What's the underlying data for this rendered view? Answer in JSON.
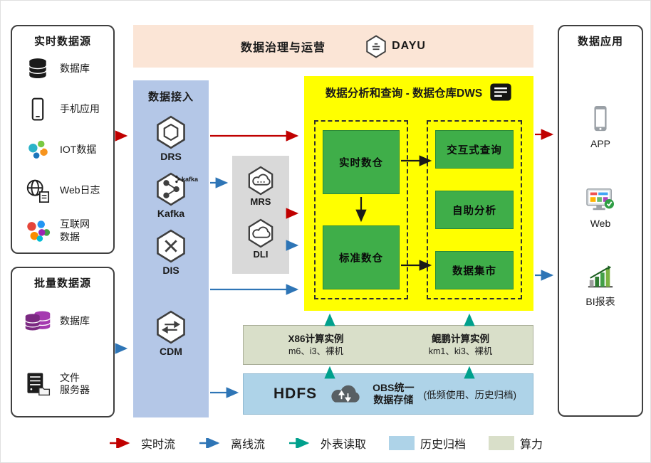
{
  "banner": {
    "title": "数据治理与运营",
    "logo_text": "DAYU"
  },
  "realtime_sources": {
    "title": "实时数据源",
    "items": [
      "数据库",
      "手机应用",
      "IOT数据",
      "Web日志",
      "互联网\n数据"
    ]
  },
  "batch_sources": {
    "title": "批量数据源",
    "items": [
      "数据库",
      "文件\n服务器"
    ]
  },
  "ingestion": {
    "title": "数据接入",
    "items": [
      "DRS",
      "Kafka",
      "DIS",
      "CDM"
    ],
    "kafka_badge": "kafka"
  },
  "engines": {
    "items": [
      "MRS",
      "DLI"
    ]
  },
  "dws": {
    "title": "数据分析和查询 - 数据仓库DWS",
    "left_boxes": [
      "实时数仓",
      "标准数仓"
    ],
    "right_boxes": [
      "交互式查询",
      "自助分析",
      "数据集市"
    ]
  },
  "compute_instances": {
    "x86_title": "X86计算实例",
    "x86_spec": "m6、i3、裸机",
    "kunpeng_title": "鲲鹏计算实例",
    "kunpeng_spec": "km1、ki3、裸机"
  },
  "storage": {
    "hdfs_label": "HDFS",
    "obs_line1": "OBS统一",
    "obs_line2": "数据存储",
    "note": "(低频使用、历史归档)"
  },
  "applications": {
    "title": "数据应用",
    "items": [
      "APP",
      "Web",
      "BI报表"
    ]
  },
  "legend": {
    "items": [
      "实时流",
      "离线流",
      "外表读取",
      "历史归档",
      "算力"
    ]
  },
  "colors": {
    "realtime_flow": "#c00000",
    "offline_flow": "#2e75b6",
    "external_read": "#00a08c",
    "history_archive": "#aed3e8",
    "compute_power": "#d9dfc9",
    "banner_bg": "#fbe5d6",
    "ingestion_bg": "#b4c7e7",
    "engine_bg": "#d9d9d9",
    "dws_bg": "#ffff00",
    "dws_green": "#3fae49"
  }
}
